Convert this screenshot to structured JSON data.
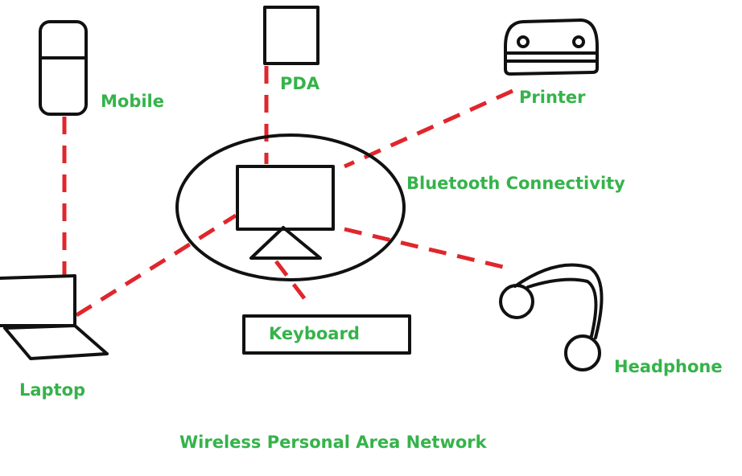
{
  "colors": {
    "link": "#e0262c",
    "outline": "#111111",
    "label": "#35b34a"
  },
  "devices": {
    "mobile": "Mobile",
    "pda": "PDA",
    "printer": "Printer",
    "keyboard": "Keyboard",
    "headphone": "Headphone",
    "laptop": "Laptop"
  },
  "hub_label": "Bluetooth Connectivity",
  "caption": "Wireless Personal Area Network",
  "links": [
    {
      "from": "mobile",
      "to": "laptop"
    },
    {
      "from": "laptop",
      "to": "hub"
    },
    {
      "from": "pda",
      "to": "hub"
    },
    {
      "from": "printer",
      "to": "hub"
    },
    {
      "from": "headphone",
      "to": "hub"
    },
    {
      "from": "keyboard",
      "to": "hub"
    }
  ]
}
